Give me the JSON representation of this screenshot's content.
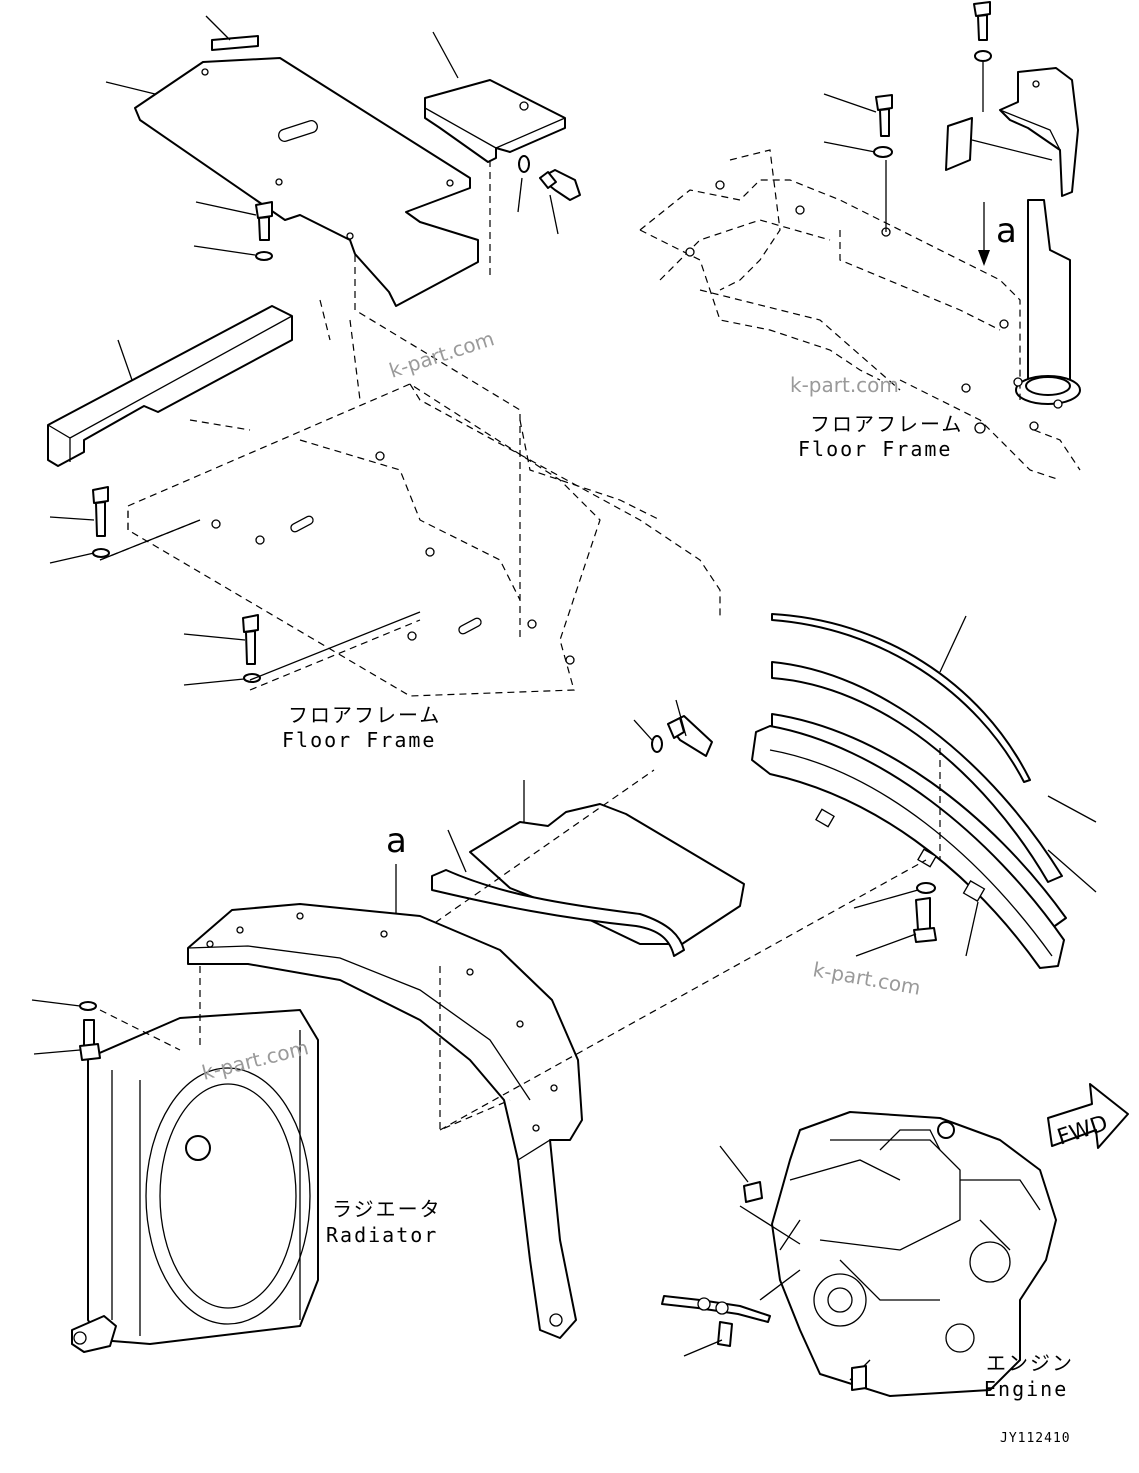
{
  "labels": {
    "floor_frame_left_jp": "フロアフレーム",
    "floor_frame_left_en": "Floor Frame",
    "floor_frame_right_jp": "フロアフレーム",
    "floor_frame_right_en": "Floor Frame",
    "radiator_jp": "ラジエータ",
    "radiator_en": "Radiator",
    "engine_jp": "エンジン",
    "engine_en": "Engine",
    "ref_a_top": "a",
    "ref_a_bottom": "a",
    "fwd": "FWD",
    "drawing_code": "JY112410"
  },
  "watermarks": [
    "k-part.com",
    "k-part.com",
    "k-part.com",
    "k-part.com"
  ]
}
